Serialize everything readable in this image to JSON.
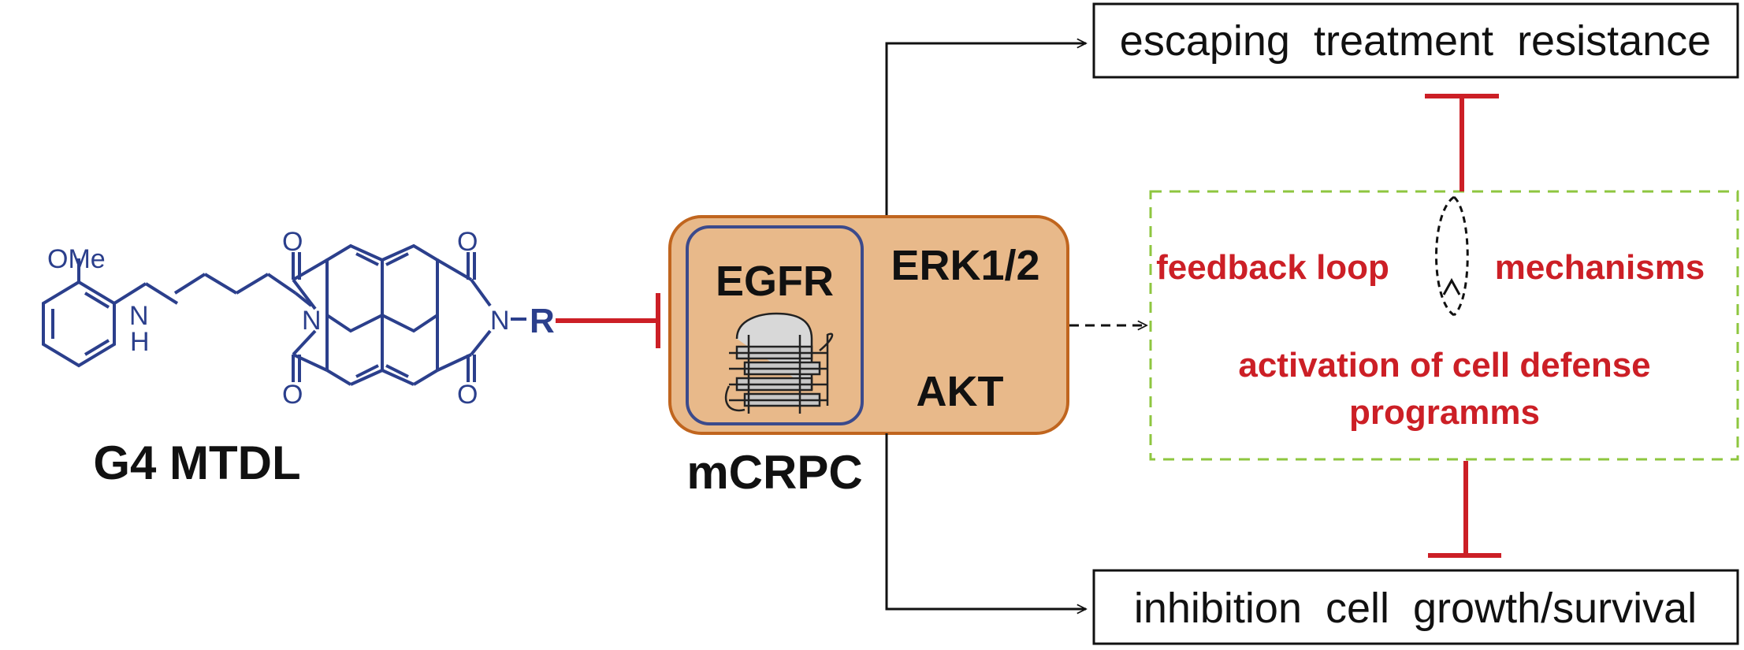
{
  "molecule": {
    "substituent": "OMe",
    "amine_n": "N",
    "amine_h": "H",
    "o_top_left": "O",
    "o_top_right": "O",
    "o_bottom_left": "O",
    "o_bottom_right": "O",
    "n_left": "N",
    "n_right": "N",
    "r_group": "R",
    "caption": "G4 MTDL"
  },
  "cell": {
    "egfr": "EGFR",
    "erk": "ERK1/2",
    "akt": "AKT",
    "caption": "mCRPC"
  },
  "outcomes": {
    "top": "escaping  treatment  resistance",
    "bottom": "inhibition  cell  growth/survival"
  },
  "feedback": {
    "left": "feedback loop",
    "right": "mechanisms",
    "line1": "activation of cell defense",
    "line2": "programms"
  },
  "colors": {
    "molecule": "#2b3f8c",
    "inhibit_red": "#cc1f26",
    "cell_fill": "#e8b98a",
    "cell_stroke": "#c0651e",
    "dashed_green": "#8ec63f"
  }
}
